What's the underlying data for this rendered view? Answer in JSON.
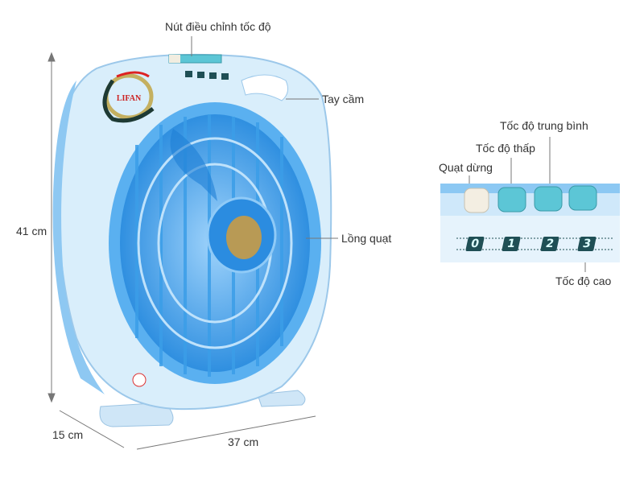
{
  "labels": {
    "speed_control": "Nút điều chỉnh tốc độ",
    "handle": "Tay cầm",
    "grill": "Lồng quạt",
    "height": "41 cm",
    "depth": "15 cm",
    "width": "37 cm"
  },
  "inset": {
    "stop": "Quạt dừng",
    "low": "Tốc độ thấp",
    "medium": "Tốc độ trung bình",
    "high": "Tốc độ cao",
    "keys": [
      "0",
      "1",
      "2",
      "3"
    ]
  },
  "logo_text": "LIFAN",
  "colors": {
    "body": "#d6ecf8",
    "blue": "#3aa0e8",
    "button": "#5cc6d6",
    "key": "#1f4f55"
  }
}
